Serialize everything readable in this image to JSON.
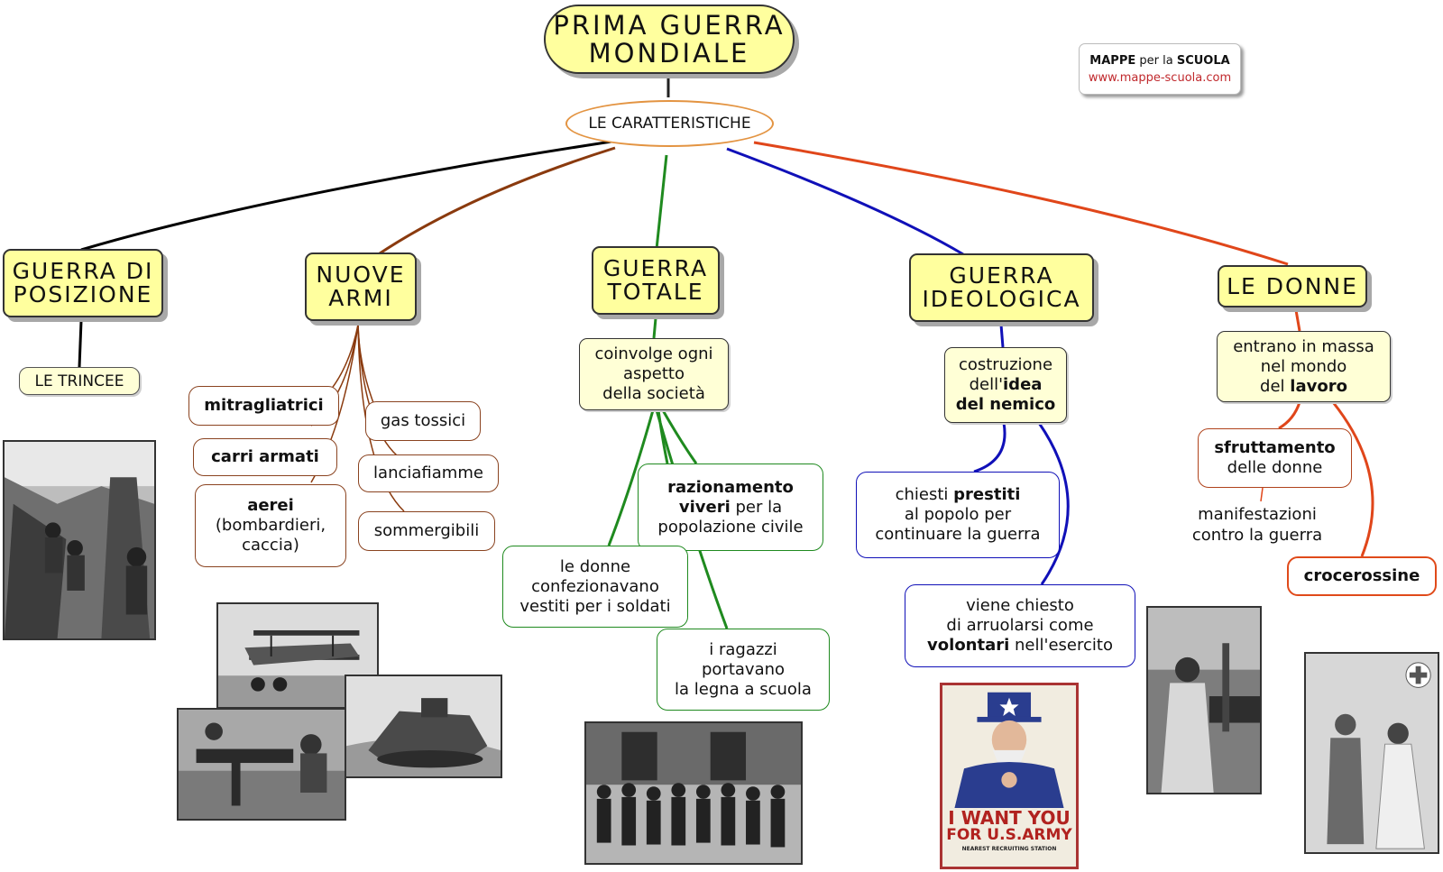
{
  "title": "PRIMA GUERRA\nMONDIALE",
  "subtitle": "LE CARATTERISTICHE",
  "brand": {
    "name_a": "MAPPE",
    "name_b": "per la",
    "name_c": "SCUOLA",
    "url": "www.mappe-scuola.com"
  },
  "categories": {
    "posizione": "GUERRA DI\nPOSIZIONE",
    "armi": "NUOVE\nARMI",
    "totale": "GUERRA\nTOTALE",
    "ideologica": "GUERRA\nIDEOLOGICA",
    "donne": "LE DONNE"
  },
  "posizione": {
    "trincee": "LE TRINCEE"
  },
  "armi": {
    "mitragliatrici": "mitragliatrici",
    "carri": "carri armati",
    "aerei": "aerei",
    "aerei_sub": "(bombardieri,",
    "aerei_sub2": "caccia)",
    "gas": "gas tossici",
    "lanciafiamme": "lanciafiamme",
    "sommergibili": "sommergibili"
  },
  "totale": {
    "coinvolge_1": "coinvolge ogni",
    "coinvolge_2": "aspetto",
    "coinvolge_3": "della società",
    "raz_b1": "razionamento",
    "raz_b2": "viveri",
    "raz_2": " per la",
    "raz_3": "popolazione civile",
    "donne_1": "le donne",
    "donne_2": "confezionavano",
    "donne_3": "vestiti per i soldati",
    "ragazzi_1": "i ragazzi",
    "ragazzi_2": "portavano",
    "ragazzi_3": "la legna a scuola"
  },
  "ideologica": {
    "costr_1": "costruzione",
    "costr_2a": "dell'",
    "costr_2b": "idea",
    "costr_3": "del nemico",
    "prestiti_1a": "chiesti ",
    "prestiti_1b": "prestiti",
    "prestiti_2": "al popolo per",
    "prestiti_3": "continuare la guerra",
    "vol_1": "viene chiesto",
    "vol_2": "di arruolarsi come",
    "vol_3a": "volontari",
    "vol_3b": " nell'esercito",
    "poster_1": "I WANT YOU",
    "poster_2": "FOR U.S.ARMY",
    "poster_3": "NEAREST RECRUITING STATION"
  },
  "donne": {
    "lavoro_1": "entrano in massa",
    "lavoro_2": "nel mondo",
    "lavoro_3a": "del ",
    "lavoro_3b": "lavoro",
    "sfrut_1": "sfruttamento",
    "sfrut_2": "delle donne",
    "manif_1": "manifestazioni",
    "manif_2": "contro la guerra",
    "croce": "crocerossine"
  },
  "colors": {
    "black_branch": "#000000",
    "brown_branch": "#8a3a0e",
    "green_branch": "#1f8a1f",
    "blue_branch": "#1010b8",
    "orange_branch": "#e0461a",
    "yellow_fill": "#ffff9e"
  }
}
